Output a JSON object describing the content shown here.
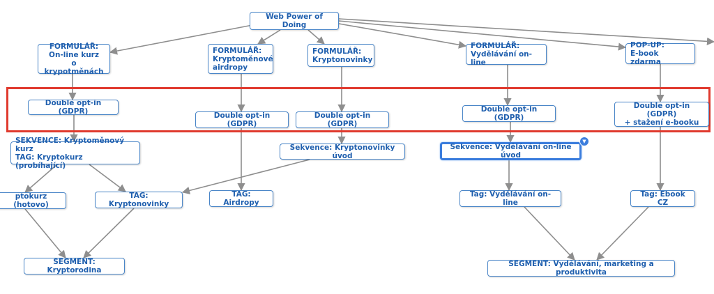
{
  "colors": {
    "node_border": "#4a86c8",
    "node_text": "#1f5fae",
    "connector": "#8e8e8e",
    "highlight": "#e03a2e",
    "selected": "#3b7ddd"
  },
  "nodes": {
    "root": "Web Power of Doing",
    "form_kurz": "FORMULÁŘ:\nOn-line kurz\no krypotměnách",
    "form_airdropy": "FORMULÁŘ:\nKryptoměnové\nairdropy",
    "form_kryptonovinky": "FORMULÁŘ:\nKryptonovinky",
    "form_vzdelavani": "FORMULÁŘ:\nVydělávání on-line",
    "popup_ebook": "POP-UP:\nE-book zdarma",
    "doi_1": "Double opt-in (GDPR)",
    "doi_2": "Double opt-in (GDPR)",
    "doi_3": "Double opt-in (GDPR)",
    "doi_4": "Double opt-in (GDPR)",
    "doi_5": "Double opt-in (GDPR)\n+ stažení e-booku",
    "sekvence_kurz": "SEKVENCE: Kryptoměnový kurz\nTAG: Kryptokurz (probíhající)",
    "sekvence_novinky": "Sekvence: Kryptonovinky úvod",
    "sekvence_vzdelavani": "Sekvence: Vydělávání on-line úvod",
    "tag_kryptokurz_hotovo": "ptokurz (hotovo)",
    "tag_kryptonovinky": "TAG: Kryptonovinky",
    "tag_airdropy": "TAG: Airdropy",
    "tag_vzdelavani": "Tag: Vydělávání on-line",
    "tag_ebook": "Tag: Ebook CZ",
    "segment_kryptorodina": "SEGMENT: Kryptorodina",
    "segment_vzdelavani": "SEGMENT: Vydělávání, marketing a produktivita"
  },
  "badge_icon": "chevron-down-icon",
  "badge_glyph": "▼"
}
